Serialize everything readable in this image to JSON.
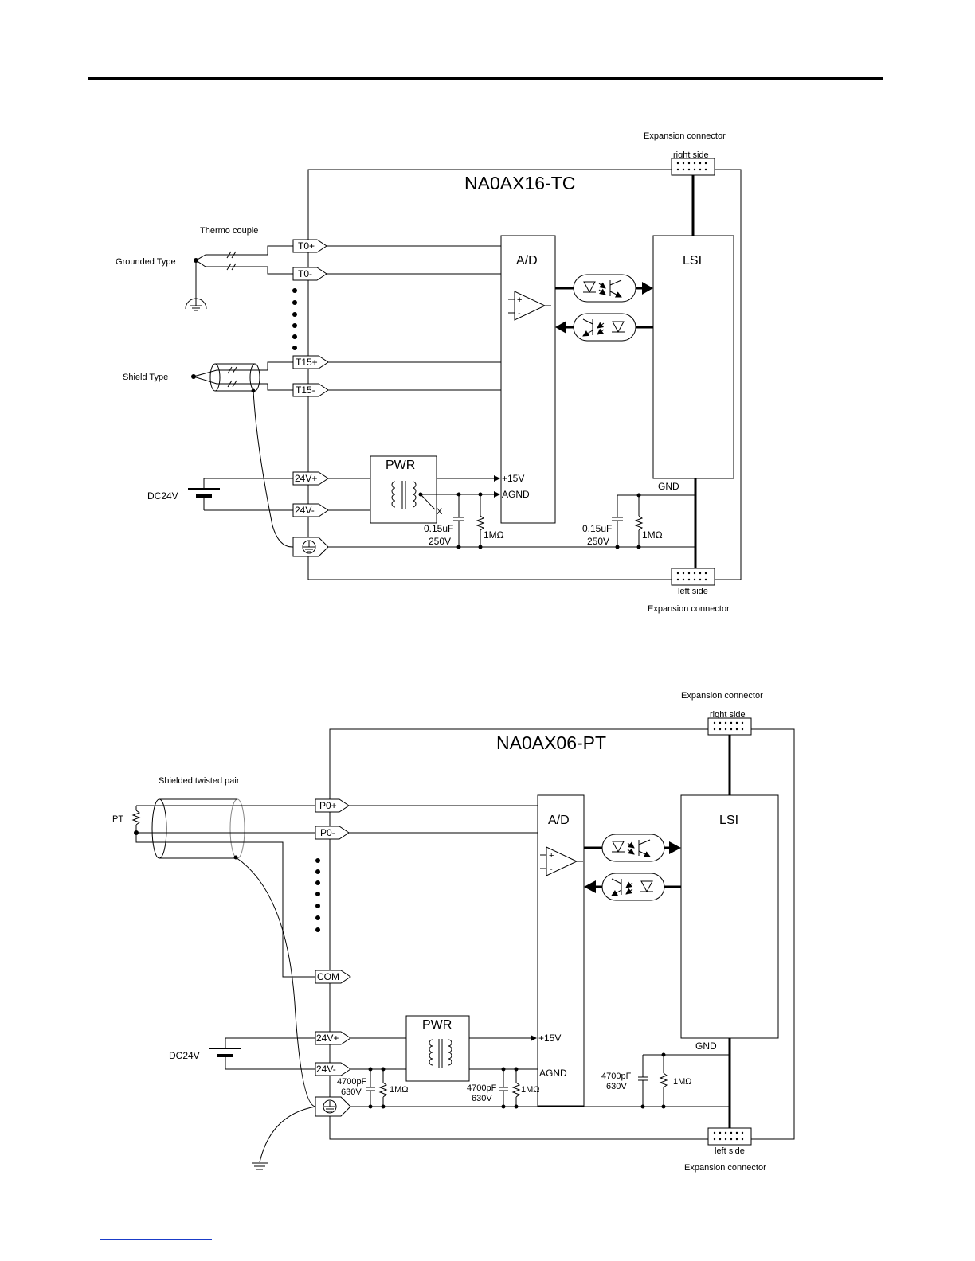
{
  "diagram_tc": {
    "title": "NA0AX16-TC",
    "exp_top_label": "Expansion connector",
    "exp_top_side": "right  side",
    "exp_bottom_side": "left side",
    "exp_bottom_label": "Expansion connector",
    "thermo_label": "Thermo  couple",
    "grounded_label": "Grounded Type",
    "shield_label": "Shield Type",
    "dc_label": "DC24V",
    "terminals": [
      "T0+",
      "T0-",
      "T15+",
      "T15-",
      "24V+",
      "24V-"
    ],
    "ad_label": "A/D",
    "lsi_label": "LSI",
    "pwr_label": "PWR",
    "v15_label": "+15V",
    "agnd_label": "AGND",
    "x_label": "X",
    "gnd_label": "GND",
    "cap1_value": "0.15uF",
    "cap1_voltage": "250V",
    "res1_value": "1MΩ",
    "cap2_value": "0.15uF",
    "cap2_voltage": "250V",
    "res2_value": "1MΩ",
    "opamp_plus": "+",
    "opamp_minus": "-"
  },
  "diagram_pt": {
    "title": "NA0AX06-PT",
    "exp_top_label": "Expansion connector",
    "exp_top_side": "right  side",
    "exp_bottom_side": "left side",
    "exp_bottom_label": "Expansion connector",
    "cable_label": "Shielded  twisted pair",
    "pt_label": "PT",
    "dc_label": "DC24V",
    "terminals": [
      "P0+",
      "P0-",
      "COM",
      "24V+",
      "24V-"
    ],
    "ad_label": "A/D",
    "lsi_label": "LSI",
    "pwr_label": "PWR",
    "v15_label": "+15V",
    "agnd_label": "AGND",
    "gnd_label": "GND",
    "cap1_value": "4700pF",
    "cap1_voltage": "630V",
    "res1_value": "1MΩ",
    "cap2_value": "4700pF",
    "cap2_voltage": "630V",
    "res2_value": "1MΩ",
    "cap3_value": "4700pF",
    "cap3_voltage": "630V",
    "res3_value": "1MΩ",
    "opamp_plus": "+",
    "opamp_minus": "-"
  }
}
